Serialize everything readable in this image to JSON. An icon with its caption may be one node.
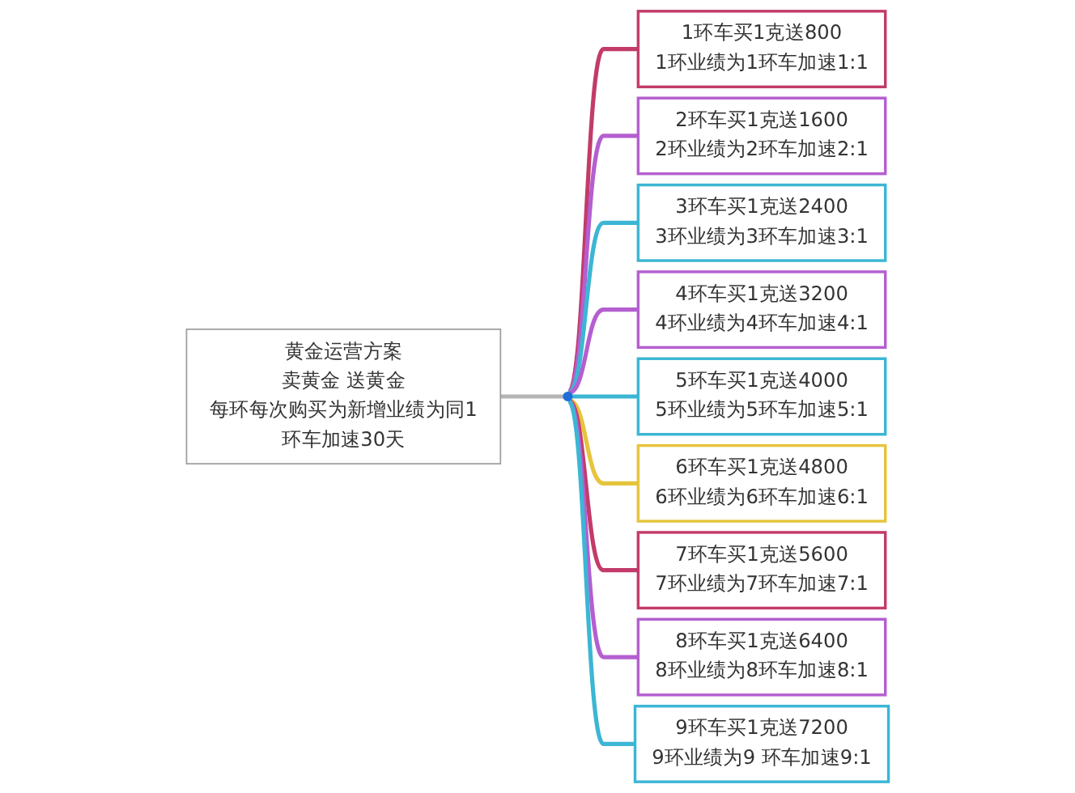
{
  "diagram": {
    "nodes": [
      {
        "text": [
          "黄金运营方案",
          "卖黄金 送黄金",
          "每环每次购买为新增业绩为同1环车加速30天"
        ]
      },
      {
        "text": [],
        "shape": "circle"
      },
      {
        "text": [
          "1环车买1克送800",
          "1环业绩为1环车加速1:1"
        ]
      },
      {
        "text": [
          "2环车买1克送1600",
          "2环业绩为2环车加速2:1"
        ]
      },
      {
        "text": [
          "3环车买1克送2400",
          "3环业绩为3环车加速3:1"
        ]
      },
      {
        "text": [
          "4环车买1克送3200",
          "4环业绩为4环车加速4:1"
        ]
      },
      {
        "text": [
          "5环车买1克送4000",
          "5环业绩为5环车加速5:1"
        ]
      },
      {
        "text": [
          "6环车买1克送4800",
          "6环业绩为6环车加速6:1"
        ]
      },
      {
        "text": [
          "7环车买1克送5600",
          "7环业绩为7环车加速7:1"
        ]
      },
      {
        "text": [
          "8环车买1克送6400",
          "8环业绩为8环车加速8:1"
        ]
      },
      {
        "text": [
          "9环车买1克送7200",
          "9环业绩为9 环车加速9:1"
        ]
      }
    ],
    "edges": [
      {
        "from": 0,
        "to": 1,
        "arrow": "none",
        "color": "#b5b5b5"
      },
      {
        "from": 1,
        "to": 2,
        "arrow": "none",
        "color": "#c23b6b"
      },
      {
        "from": 1,
        "to": 3,
        "arrow": "none",
        "color": "#b45fd0"
      },
      {
        "from": 1,
        "to": 4,
        "arrow": "none",
        "color": "#3cb6d4"
      },
      {
        "from": 1,
        "to": 5,
        "arrow": "none",
        "color": "#b45fd0"
      },
      {
        "from": 1,
        "to": 6,
        "arrow": "none",
        "color": "#3cb6d4"
      },
      {
        "from": 1,
        "to": 7,
        "arrow": "none",
        "color": "#e6c43c"
      },
      {
        "from": 1,
        "to": 8,
        "arrow": "none",
        "color": "#c23b6b"
      },
      {
        "from": 1,
        "to": 9,
        "arrow": "none",
        "color": "#b45fd0"
      },
      {
        "from": 1,
        "to": 10,
        "arrow": "none",
        "color": "#3cb6d4"
      }
    ]
  }
}
